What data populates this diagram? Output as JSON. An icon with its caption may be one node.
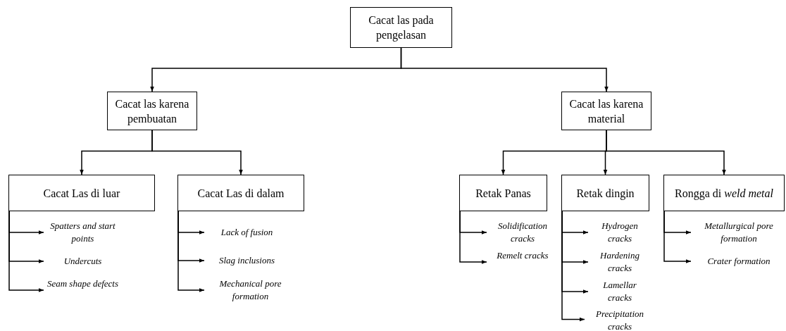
{
  "diagram": {
    "nodes": [
      {
        "text": [
          "Cacat las pada pengelasan"
        ]
      },
      {
        "text": [
          "Cacat las karena pembuatan"
        ]
      },
      {
        "text": [
          "Cacat las karena material"
        ]
      },
      {
        "text": [
          "Cacat Las di luar"
        ]
      },
      {
        "text": [
          "Cacat Las di dalam"
        ]
      },
      {
        "text": [
          "Retak Panas"
        ]
      },
      {
        "text": [
          "Retak dingin"
        ]
      },
      {
        "text": [
          "Rongga di *weld metal*"
        ]
      },
      {
        "text": [
          "Spatters and start points"
        ]
      },
      {
        "text": [
          "Undercuts"
        ]
      },
      {
        "text": [
          "Seam shape defects"
        ]
      },
      {
        "text": [
          "Lack of fusion"
        ]
      },
      {
        "text": [
          "Slag inclusions"
        ]
      },
      {
        "text": [
          "Mechanical pore formation"
        ]
      },
      {
        "text": [
          "Solidification cracks"
        ]
      },
      {
        "text": [
          "Remelt cracks"
        ]
      },
      {
        "text": [
          "Hydrogen cracks"
        ]
      },
      {
        "text": [
          "Hardening cracks"
        ]
      },
      {
        "text": [
          "Lamellar cracks"
        ]
      },
      {
        "text": [
          "Precipitation cracks"
        ]
      },
      {
        "text": [
          "Metallurgical pore formation"
        ]
      },
      {
        "text": [
          "Crater formation"
        ]
      }
    ],
    "edges": [
      {
        "from": 0,
        "to": 1,
        "arrow": "to"
      },
      {
        "from": 0,
        "to": 2,
        "arrow": "to"
      },
      {
        "from": 1,
        "to": 3,
        "arrow": "to"
      },
      {
        "from": 1,
        "to": 4,
        "arrow": "to"
      },
      {
        "from": 2,
        "to": 5,
        "arrow": "to"
      },
      {
        "from": 2,
        "to": 6,
        "arrow": "to"
      },
      {
        "from": 2,
        "to": 7,
        "arrow": "to"
      },
      {
        "from": 3,
        "to": 8,
        "arrow": "to"
      },
      {
        "from": 3,
        "to": 9,
        "arrow": "to"
      },
      {
        "from": 3,
        "to": 10,
        "arrow": "to"
      },
      {
        "from": 4,
        "to": 11,
        "arrow": "to"
      },
      {
        "from": 4,
        "to": 12,
        "arrow": "to"
      },
      {
        "from": 4,
        "to": 13,
        "arrow": "to"
      },
      {
        "from": 5,
        "to": 14,
        "arrow": "to"
      },
      {
        "from": 5,
        "to": 15,
        "arrow": "to"
      },
      {
        "from": 6,
        "to": 16,
        "arrow": "to"
      },
      {
        "from": 6,
        "to": 17,
        "arrow": "to"
      },
      {
        "from": 6,
        "to": 18,
        "arrow": "to"
      },
      {
        "from": 6,
        "to": 19,
        "arrow": "to"
      },
      {
        "from": 7,
        "to": 20,
        "arrow": "to"
      },
      {
        "from": 7,
        "to": 21,
        "arrow": "to"
      }
    ]
  }
}
